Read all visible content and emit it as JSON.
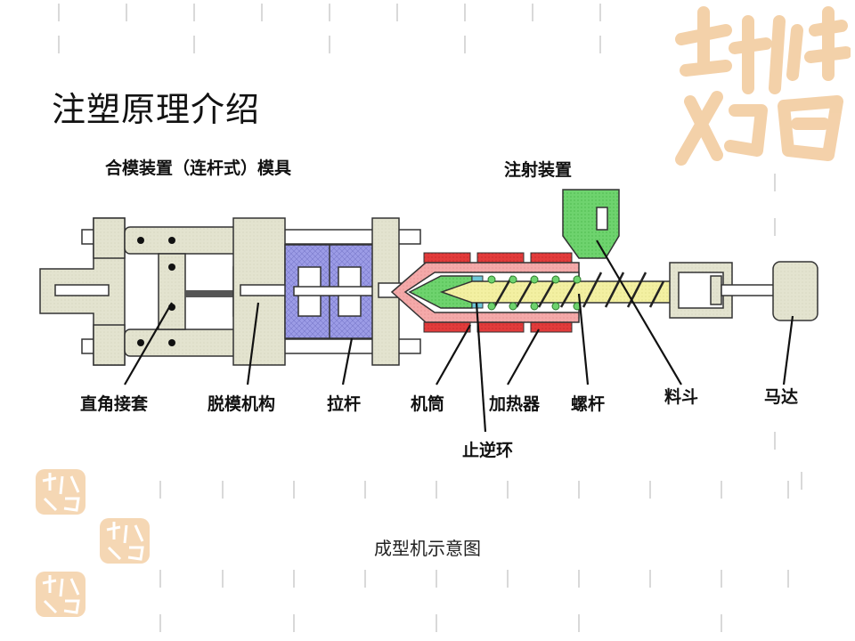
{
  "slide": {
    "title": "注塑原理介绍",
    "caption": "成型机示意图"
  },
  "diagram": {
    "section_labels": {
      "clamping": "合模装置（连杆式）模具",
      "injection": "注射装置"
    },
    "parts": {
      "toggle": "直角接套",
      "ejector": "脱模机构",
      "tie_bar": "拉杆",
      "barrel": "机筒",
      "heater": "加热器",
      "screw": "螺杆",
      "hopper": "料斗",
      "motor": "马达",
      "check_ring": "止逆环"
    },
    "colors": {
      "frame": "#e3e3cf",
      "mold": "#9c9ce6",
      "heater": "#e23b3b",
      "barrel": "#f4a9a9",
      "screw": "#f3f0a2",
      "hopper": "#6ed36e",
      "accent": "#f2c99b"
    }
  }
}
